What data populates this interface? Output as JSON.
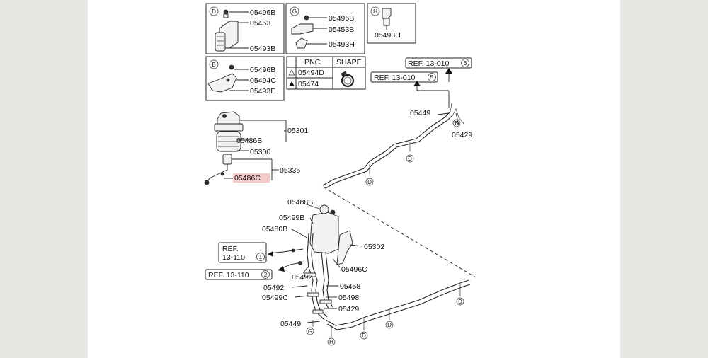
{
  "inset_D": {
    "letter": "D",
    "parts": [
      "05496B",
      "05453",
      "05493B"
    ]
  },
  "inset_G": {
    "letter": "G",
    "parts": [
      "05496B",
      "05453B",
      "05493H"
    ]
  },
  "inset_H": {
    "letter": "H",
    "parts": [
      "05493H"
    ]
  },
  "inset_B": {
    "letter": "B",
    "parts": [
      "05496B",
      "05494C",
      "05493E"
    ]
  },
  "pnc_table": {
    "header_pnc": "PNC",
    "header_shape": "SHAPE",
    "row1": "05494D",
    "row2": "05474"
  },
  "filter_group": {
    "labels": [
      "05301",
      "05486B",
      "05300",
      "05335",
      "05486C"
    ],
    "highlighted": "05486C"
  },
  "refs": {
    "r6_text": "REF. 13-010",
    "r6_num": "6",
    "r5_text": "REF. 13-010",
    "r5_num": "5",
    "r1_line1": "REF.",
    "r1_line2": "13-110",
    "r1_num": "1",
    "r2_text": "REF. 13-110",
    "r2_num": "2"
  },
  "upper_pipe": {
    "labels": [
      "05449",
      "05429"
    ],
    "clips": [
      "B",
      "D",
      "D"
    ]
  },
  "reservoir": {
    "labels": [
      "05488B",
      "05499B",
      "05480B",
      "05302",
      "05496C",
      "05492",
      "05492",
      "05458",
      "05499C",
      "05498",
      "05429",
      "05449"
    ]
  },
  "lower_clips": {
    "letters": [
      "G",
      "H",
      "D",
      "D",
      "D"
    ]
  }
}
